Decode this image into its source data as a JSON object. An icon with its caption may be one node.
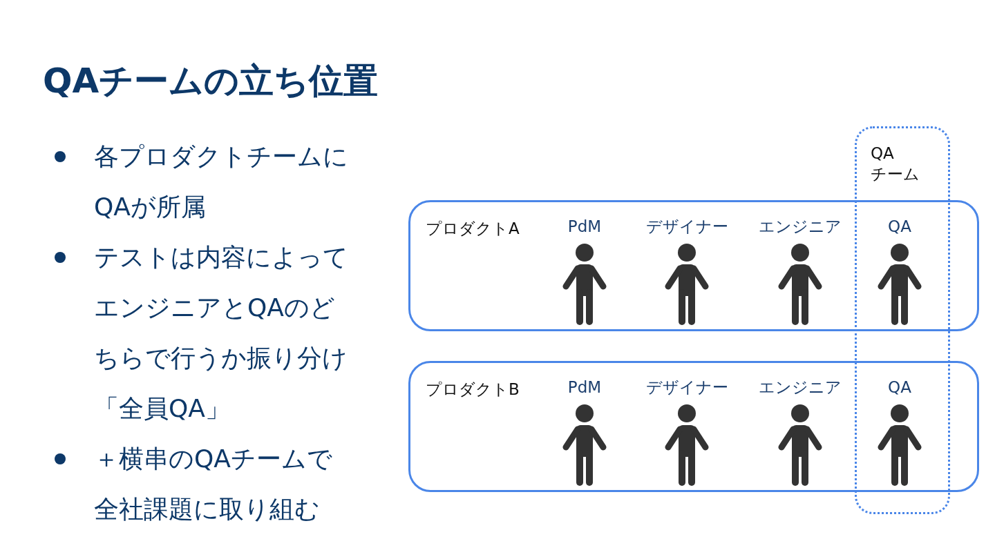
{
  "diagram": {
    "title": "QAチームの立ち位置",
    "nodes": [
      {
        "text": [
          "QA チーム"
        ]
      },
      {
        "text": [
          "プロダクトA"
        ]
      },
      {
        "text": [
          "PdM"
        ],
        "in": 1
      },
      {
        "text": [
          "デザイナー"
        ],
        "in": 1
      },
      {
        "text": [
          "エンジニア"
        ],
        "in": 1
      },
      {
        "text": [
          "QA"
        ]
      },
      {
        "text": [
          "プロダクトB"
        ]
      },
      {
        "text": [
          "PdM"
        ],
        "in": 6
      },
      {
        "text": [
          "デザイナー"
        ],
        "in": 6
      },
      {
        "text": [
          "エンジニア"
        ],
        "in": 6
      },
      {
        "text": [
          "QA"
        ]
      }
    ],
    "edges": [],
    "labels": [
      "各プロダクトチームにQAが所属",
      "テストは内容によってエンジニアとQAのどちらで行うか振り分け「全員QA」",
      "＋横串のQAチームで全社課題に取り組む"
    ]
  }
}
